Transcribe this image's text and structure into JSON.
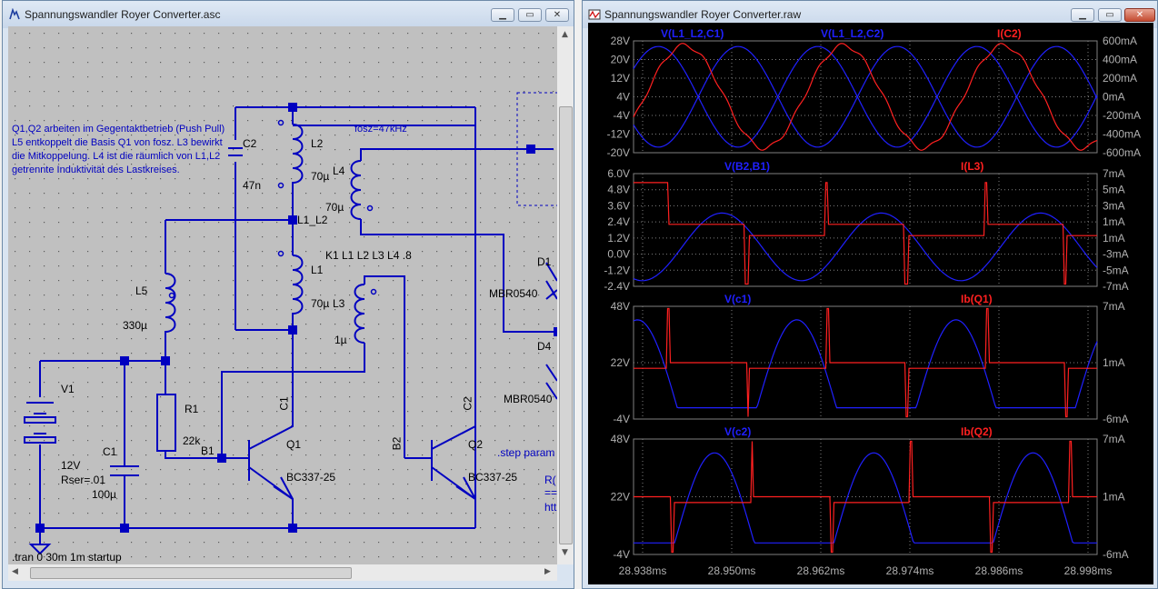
{
  "schematic_window": {
    "title": "Spannungswandler Royer Converter.asc",
    "buttons": {
      "minimize": "▁",
      "maximize": "▭",
      "close": "✕"
    },
    "comment_lines": [
      "Q1,Q2 arbeiten im Gegentaktbetrieb (Push Pull)",
      "L5 entkoppelt die Basis Q1 von fosz. L3 bewirkt",
      "die Mitkoppelung. L4 ist die räumlich von L1,L2",
      "getrennte Induktivität des Lastkreises."
    ],
    "labels": {
      "c2": "C2",
      "c2_val": "47n",
      "l2": "L2",
      "l2_val": "70µ",
      "fosz": "fosz=47kHz",
      "l4": "L4",
      "l4_val": "70µ",
      "net_l1_l2": "L1_L2",
      "k1": "K1 L1 L2 L3 L4 .8",
      "l1": "L1",
      "l1_val": "70µ",
      "l3": "L3",
      "l3_val": "1µ",
      "l5": "L5",
      "l5_val": "330µ",
      "v1": "V1",
      "v1_val": "12V",
      "v1_rser": "Rser=.01",
      "c1": "C1",
      "c1_val": "100µ",
      "r1": "R1",
      "r1_val": "22k",
      "b1": "B1",
      "b2": "B2",
      "c1_net": "C1",
      "c2_net": "C2",
      "q1": "Q1",
      "q1_val": "BC337-25",
      "q2": "Q2",
      "q2_val": "BC337-25",
      "d1": "D1",
      "d1_val": "MBR0540",
      "d4": "D4",
      "d4_val": "MBR0540",
      "step": ".step param",
      "r_partial": "R(",
      "eq_partial": "==",
      "htt_partial": "htt",
      "tran": ".tran 0 30m 1m startup"
    }
  },
  "waveform_window": {
    "title": "Spannungswandler Royer Converter.raw",
    "buttons": {
      "minimize": "▁",
      "maximize": "▭",
      "close": "✕"
    },
    "x_ticks": [
      "28.938ms",
      "28.950ms",
      "28.962ms",
      "28.974ms",
      "28.986ms",
      "28.998ms"
    ],
    "panes": [
      {
        "traces": [
          {
            "name": "V(L1_L2,C1)",
            "color": "#2020ff"
          },
          {
            "name": "V(L1_L2,C2)",
            "color": "#2020ff"
          },
          {
            "name": "I(C2)",
            "color": "#ff2020"
          }
        ],
        "left_ticks": [
          "28V",
          "20V",
          "12V",
          "4V",
          "-4V",
          "-12V",
          "-20V"
        ],
        "right_ticks": [
          "600mA",
          "400mA",
          "200mA",
          "0mA",
          "-200mA",
          "-400mA",
          "-600mA"
        ]
      },
      {
        "traces": [
          {
            "name": "V(B2,B1)",
            "color": "#2020ff"
          },
          {
            "name": "I(L3)",
            "color": "#ff2020"
          }
        ],
        "left_ticks": [
          "6.0V",
          "4.8V",
          "3.6V",
          "2.4V",
          "1.2V",
          "0.0V",
          "-1.2V",
          "-2.4V"
        ],
        "right_ticks": [
          "7mA",
          "5mA",
          "3mA",
          "1mA",
          "1mA",
          "-3mA",
          "-5mA",
          "-7mA"
        ]
      },
      {
        "traces": [
          {
            "name": "V(c1)",
            "color": "#2020ff"
          },
          {
            "name": "Ib(Q1)",
            "color": "#ff2020"
          }
        ],
        "left_ticks": [
          "48V",
          "22V",
          "-4V"
        ],
        "right_ticks": [
          "7mA",
          "1mA",
          "-6mA"
        ]
      },
      {
        "traces": [
          {
            "name": "V(c2)",
            "color": "#2020ff"
          },
          {
            "name": "Ib(Q2)",
            "color": "#ff2020"
          }
        ],
        "left_ticks": [
          "48V",
          "22V",
          "-4V"
        ],
        "right_ticks": [
          "7mA",
          "1mA",
          "-6mA"
        ]
      }
    ]
  },
  "colors": {
    "wire": "#0000c0",
    "grid": "#808080",
    "blue_trace": "#2020ff",
    "red_trace": "#ff2020",
    "axis_text": "#b0b0b0"
  }
}
